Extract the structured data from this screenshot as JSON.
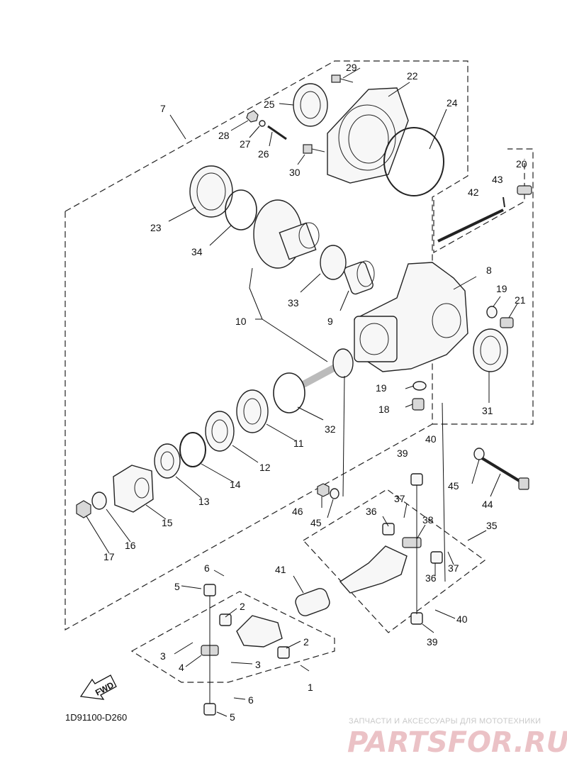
{
  "diagram": {
    "code": "1D91100-D260",
    "fwd_label": "FWD",
    "watermark": {
      "caption": "ЗАПЧАСТИ И АКСЕССУАРЫ ДЛЯ МОТОТЕХНИКИ",
      "logo": "PARTSFOR.RU"
    },
    "callouts": [
      "1",
      "2",
      "2",
      "3",
      "3",
      "4",
      "5",
      "5",
      "6",
      "6",
      "7",
      "8",
      "9",
      "10",
      "11",
      "12",
      "13",
      "14",
      "15",
      "16",
      "17",
      "18",
      "19",
      "19",
      "20",
      "21",
      "22",
      "23",
      "24",
      "25",
      "26",
      "27",
      "28",
      "29",
      "30",
      "31",
      "32",
      "33",
      "34",
      "35",
      "36",
      "36",
      "37",
      "37",
      "38",
      "39",
      "39",
      "40",
      "40",
      "41",
      "42",
      "43",
      "44",
      "45",
      "45",
      "46"
    ]
  }
}
